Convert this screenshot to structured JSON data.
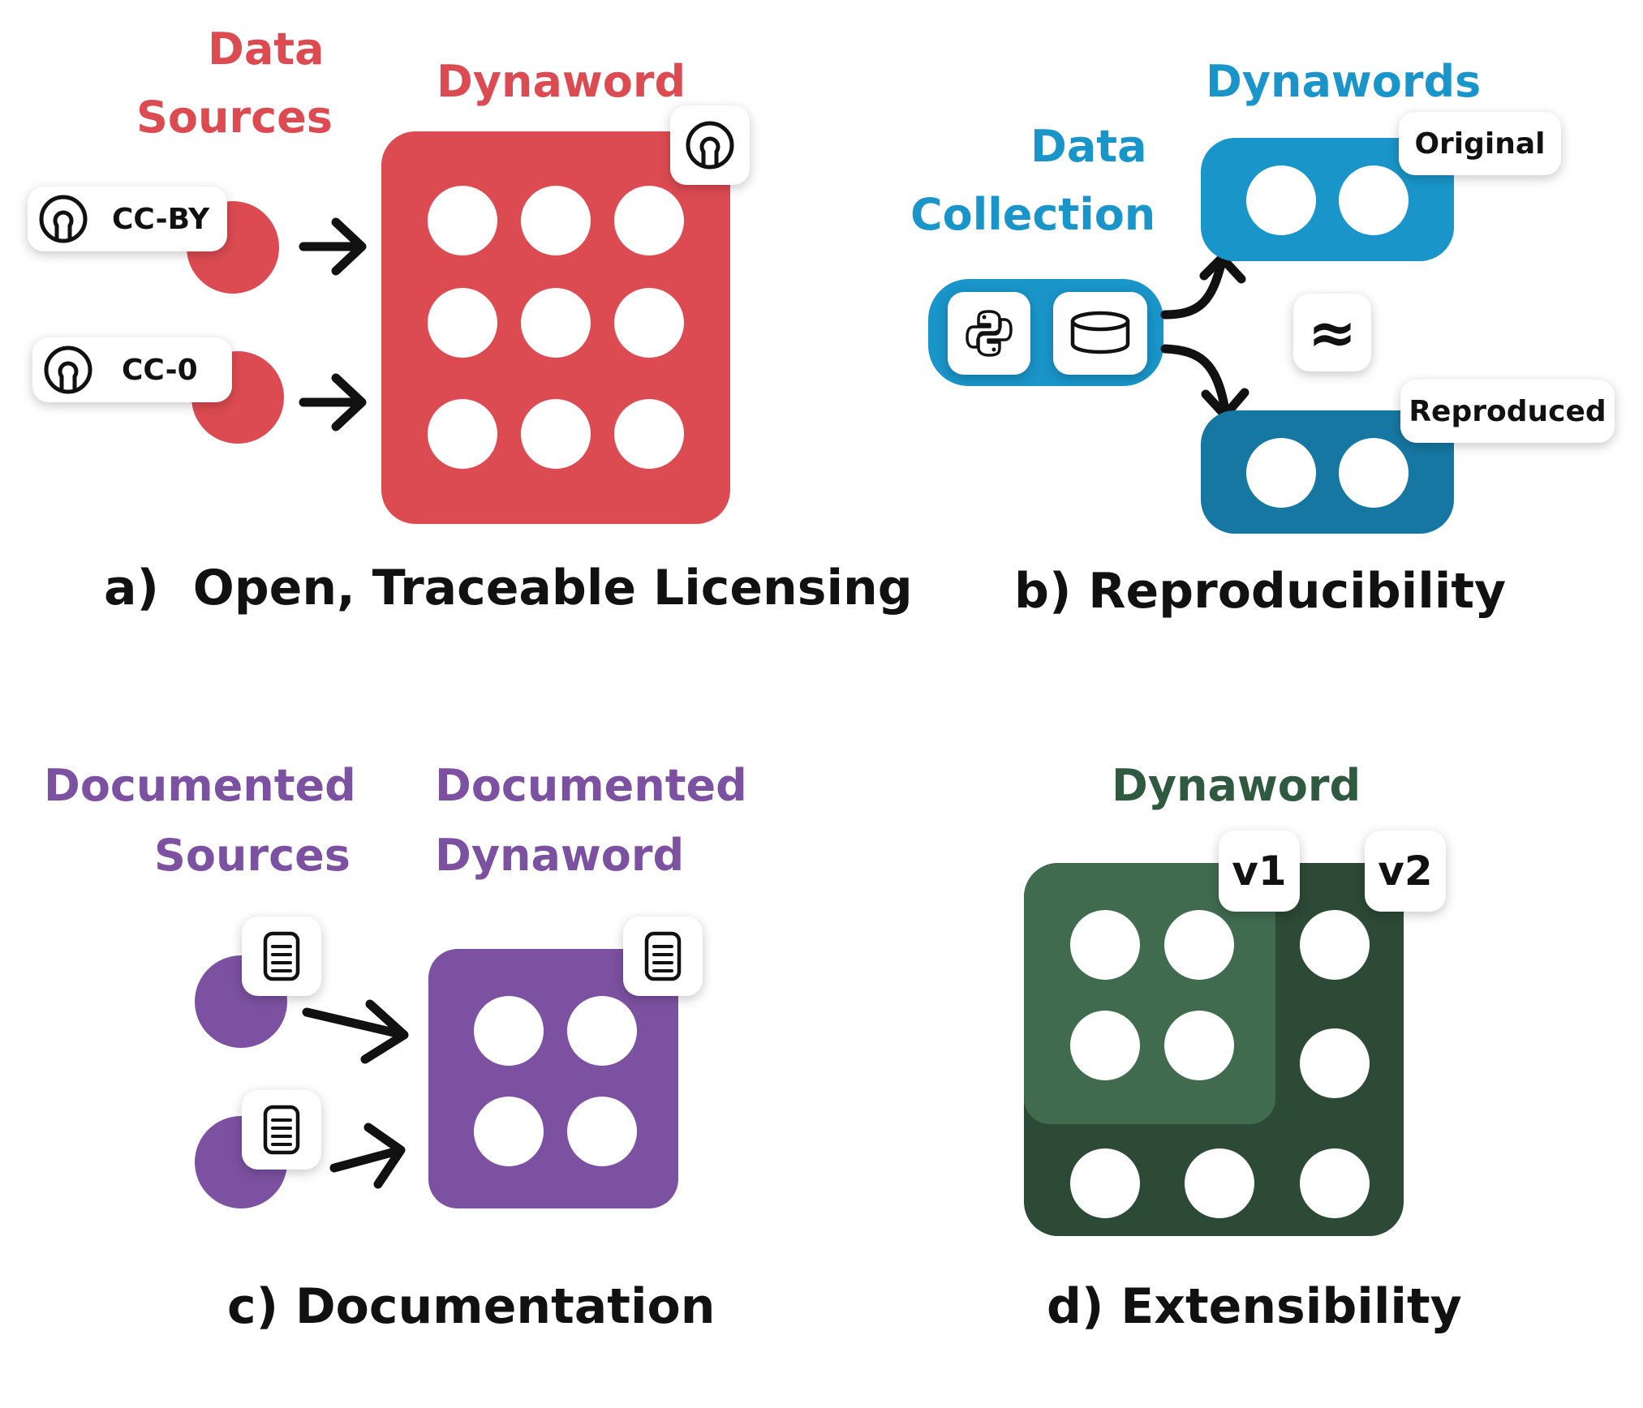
{
  "panel_a": {
    "sources_title_line1": "Data",
    "sources_title_line2": "Sources",
    "dynaword_title": "Dynaword",
    "license_1": "CC-BY",
    "license_2": "CC-0",
    "caption": "a)  Open, Traceable Licensing",
    "color": "#dc4b51",
    "icons": [
      "open-source-icon",
      "arrow-right-icon"
    ]
  },
  "panel_b": {
    "collection_title_line1": "Data",
    "collection_title_line2": "Collection",
    "dynawords_title": "Dynawords",
    "original_label": "Original",
    "reproduced_label": "Reproduced",
    "approx_symbol": "≈",
    "caption": "b) Reproducibility",
    "color": "#1a95c9",
    "icons": [
      "python-icon",
      "database-icon",
      "curved-arrow-icon"
    ]
  },
  "panel_c": {
    "sources_title_line1": "Documented",
    "sources_title_line2": "Sources",
    "dynaword_title_line1": "Documented",
    "dynaword_title_line2": "Dynaword",
    "caption": "c) Documentation",
    "color": "#7c51a1",
    "icons": [
      "document-icon",
      "arrow-right-icon"
    ]
  },
  "panel_d": {
    "dynaword_title": "Dynaword",
    "v1_label": "v1",
    "v2_label": "v2",
    "caption": "d) Extensibility",
    "color": "#2f5a40"
  }
}
